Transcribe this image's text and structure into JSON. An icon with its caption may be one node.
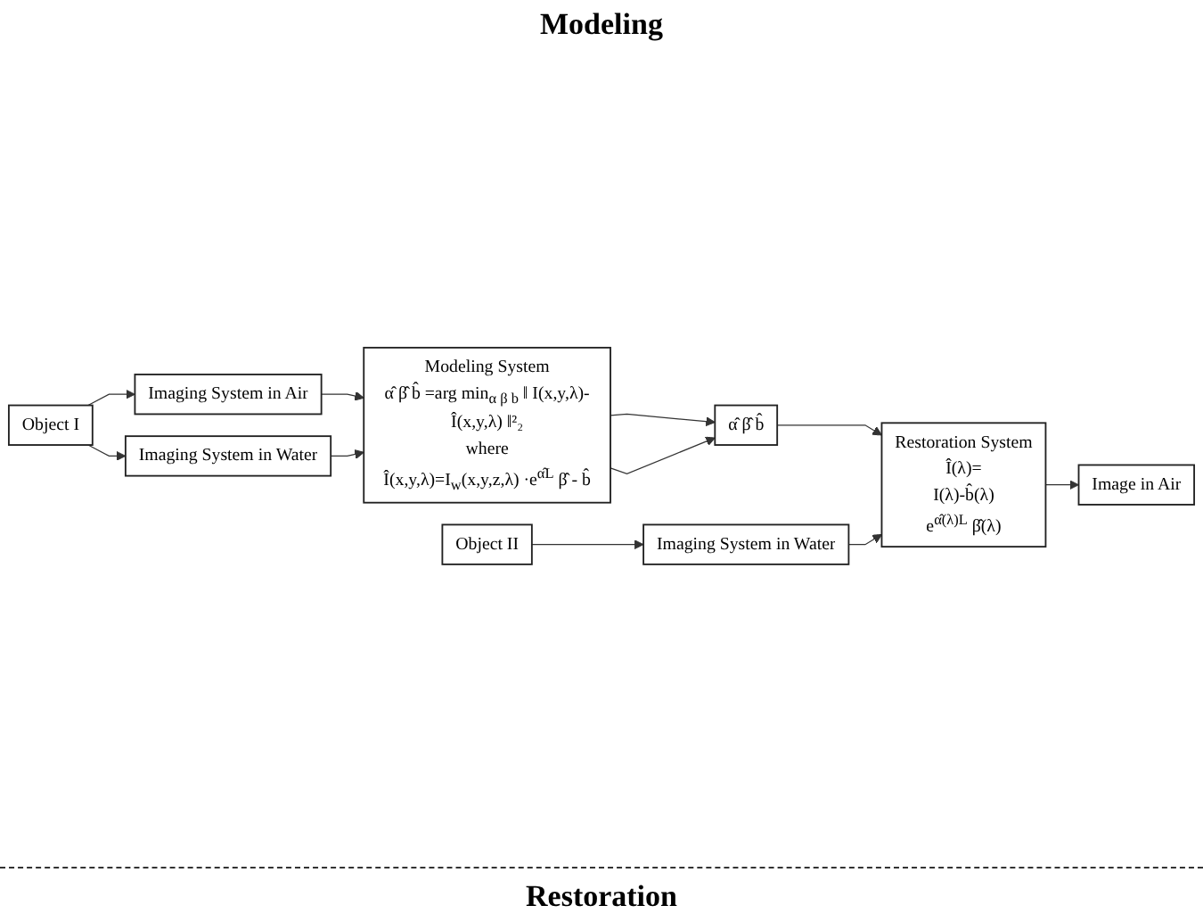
{
  "diagram": {
    "nodes": [
      {
        "text": [
          "Object I"
        ]
      },
      {
        "text": [
          "Imaging System in Air"
        ]
      },
      {
        "text": [
          "Imaging System in Water"
        ]
      },
      {
        "text": [
          "Modeling System",
          "α̂ β̂ b̂ =arg min$_{α β b}$ ‖ I(x,y,λ)-Î(x,y,λ) ‖²₂",
          "where",
          "Î(x,y,λ)=I$_{w}$(x,y,z,λ) ·e$^{α̂L}$ β̂ - b̂"
        ]
      },
      {
        "text": [
          "α̂ β̂ b̂"
        ]
      },
      {
        "text": [
          "Object II"
        ]
      },
      {
        "text": [
          "Imaging System in Water"
        ]
      },
      {
        "text": [
          "Restoration System",
          "Î(λ)=",
          "I(λ)-b̂(λ)",
          "e$^{α̂(λ)L}$ β̂(λ)"
        ]
      },
      {
        "text": [
          "Image in Air"
        ]
      }
    ],
    "edges": [
      {
        "from": 0,
        "to": 1,
        "arrow": "to"
      },
      {
        "from": 0,
        "to": 2,
        "arrow": "to"
      },
      {
        "from": 1,
        "to": 3,
        "arrow": "to"
      },
      {
        "from": 2,
        "to": 3,
        "arrow": "to"
      },
      {
        "from": 3,
        "to": 4,
        "arrow": "to"
      },
      {
        "from": 3,
        "to": 4,
        "arrow": "to"
      },
      {
        "from": 4,
        "to": 7,
        "arrow": "to"
      },
      {
        "from": 5,
        "to": 6,
        "arrow": "to"
      },
      {
        "from": 6,
        "to": 7,
        "arrow": "to"
      },
      {
        "from": 7,
        "to": 8,
        "arrow": "to"
      }
    ],
    "labels": [
      "Modeling",
      "Restoration"
    ]
  }
}
